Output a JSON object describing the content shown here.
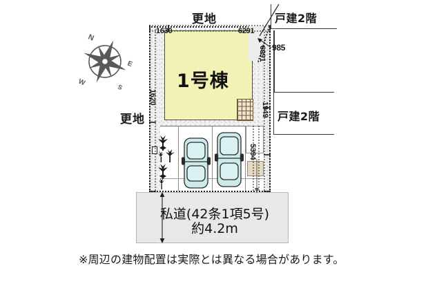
{
  "drawing": {
    "title_building": "1号棟",
    "labels": {
      "vacant_top": "更地",
      "vacant_left": "更地",
      "house_2f_top": "戸建2階",
      "house_2f_right": "戸建2階",
      "private_road_line1": "私道(42条1項5号)",
      "private_road_line2": "約4.2m"
    },
    "dimensions": {
      "top_left": "1630",
      "top_right": "6291",
      "right_upper_diag": "985",
      "right_vertical_upper": "6991",
      "left_vertical": "1620",
      "right_vertical_mid": "1949",
      "right_vertical_lower": "5394"
    },
    "compass": {
      "north": "N",
      "east": "E",
      "south": "S",
      "west": "W"
    },
    "footnote": "※周辺の建物配置は実際とは異なる場合があります。",
    "colors": {
      "building_fill": "#f2f2b5",
      "car_fill": "#cceaea",
      "road_fill": "#e8e8e8",
      "lot_fill": "#ffffff",
      "gravel": "#ededed",
      "line": "#231f20",
      "balcony": "#f2e3c8",
      "paper": "#ffffff"
    }
  }
}
